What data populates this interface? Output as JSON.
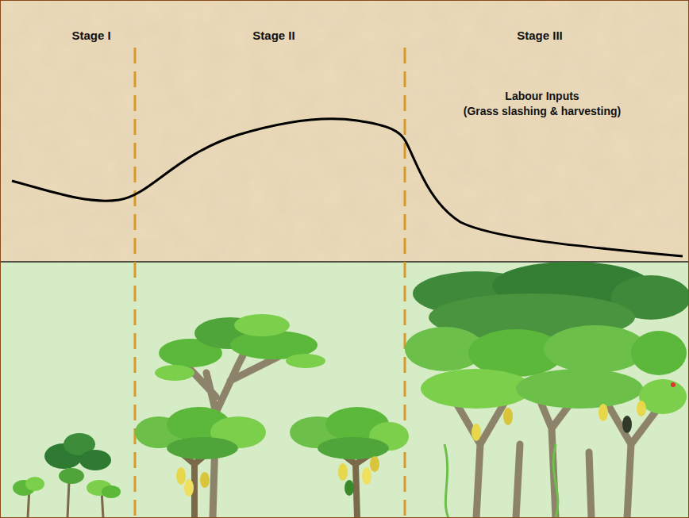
{
  "diagram": {
    "labels": [
      "Stage I",
      "Stage II",
      "Stage III",
      "Labour Inputs",
      "(Grass slashing & harvesting)"
    ]
  }
}
